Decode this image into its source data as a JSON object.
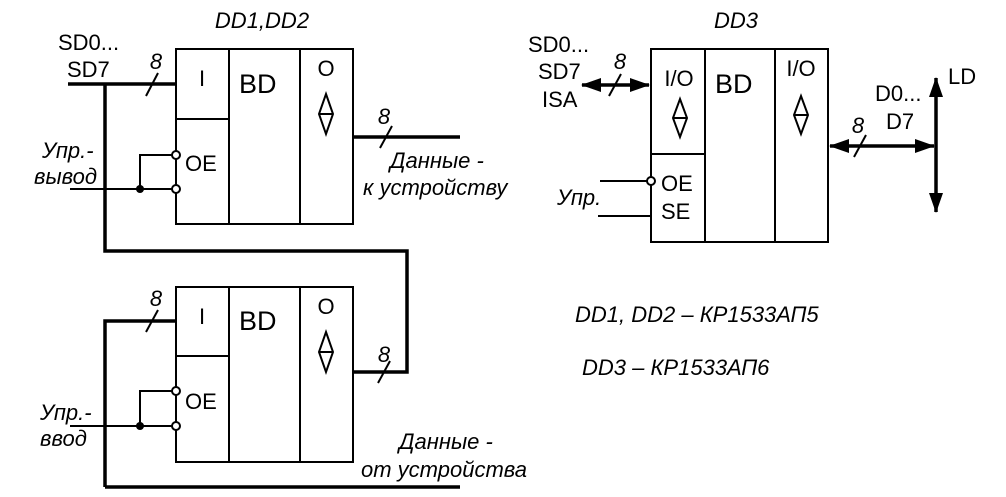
{
  "diagram": {
    "blocks": {
      "dd12": {
        "title": "DD1,DD2",
        "left_label": "I",
        "center_label": "BD",
        "right_label": "O",
        "control_label": "OE"
      },
      "dd3": {
        "title": "DD3",
        "left_label": "I/O",
        "center_label": "BD",
        "right_label": "I/O",
        "control_label_1": "OE",
        "control_label_2": "SE"
      }
    },
    "signals": {
      "sd_bus_line1": "SD0...",
      "sd_bus_line2": "SD7",
      "bus_width": "8",
      "ctrl_out_line1": "Упр.-",
      "ctrl_out_line2": "вывод",
      "ctrl_in_line1": "Упр.-",
      "ctrl_in_line2": "ввод",
      "data_to_line1": "Данные -",
      "data_to_line2": "к устройству",
      "data_from_line1": "Данные -",
      "data_from_line2": "от устройства",
      "isa_line1": "SD0...",
      "isa_line2": "SD7",
      "isa_line3": "ISA",
      "dd3_ctrl": "Упр.",
      "ld_line1": "D0...",
      "ld_line2": "D7",
      "ld_label": "LD"
    },
    "legend": {
      "line1": "DD1, DD2 – КР1533АП5",
      "line2": "DD3 – КР1533АП6"
    }
  }
}
